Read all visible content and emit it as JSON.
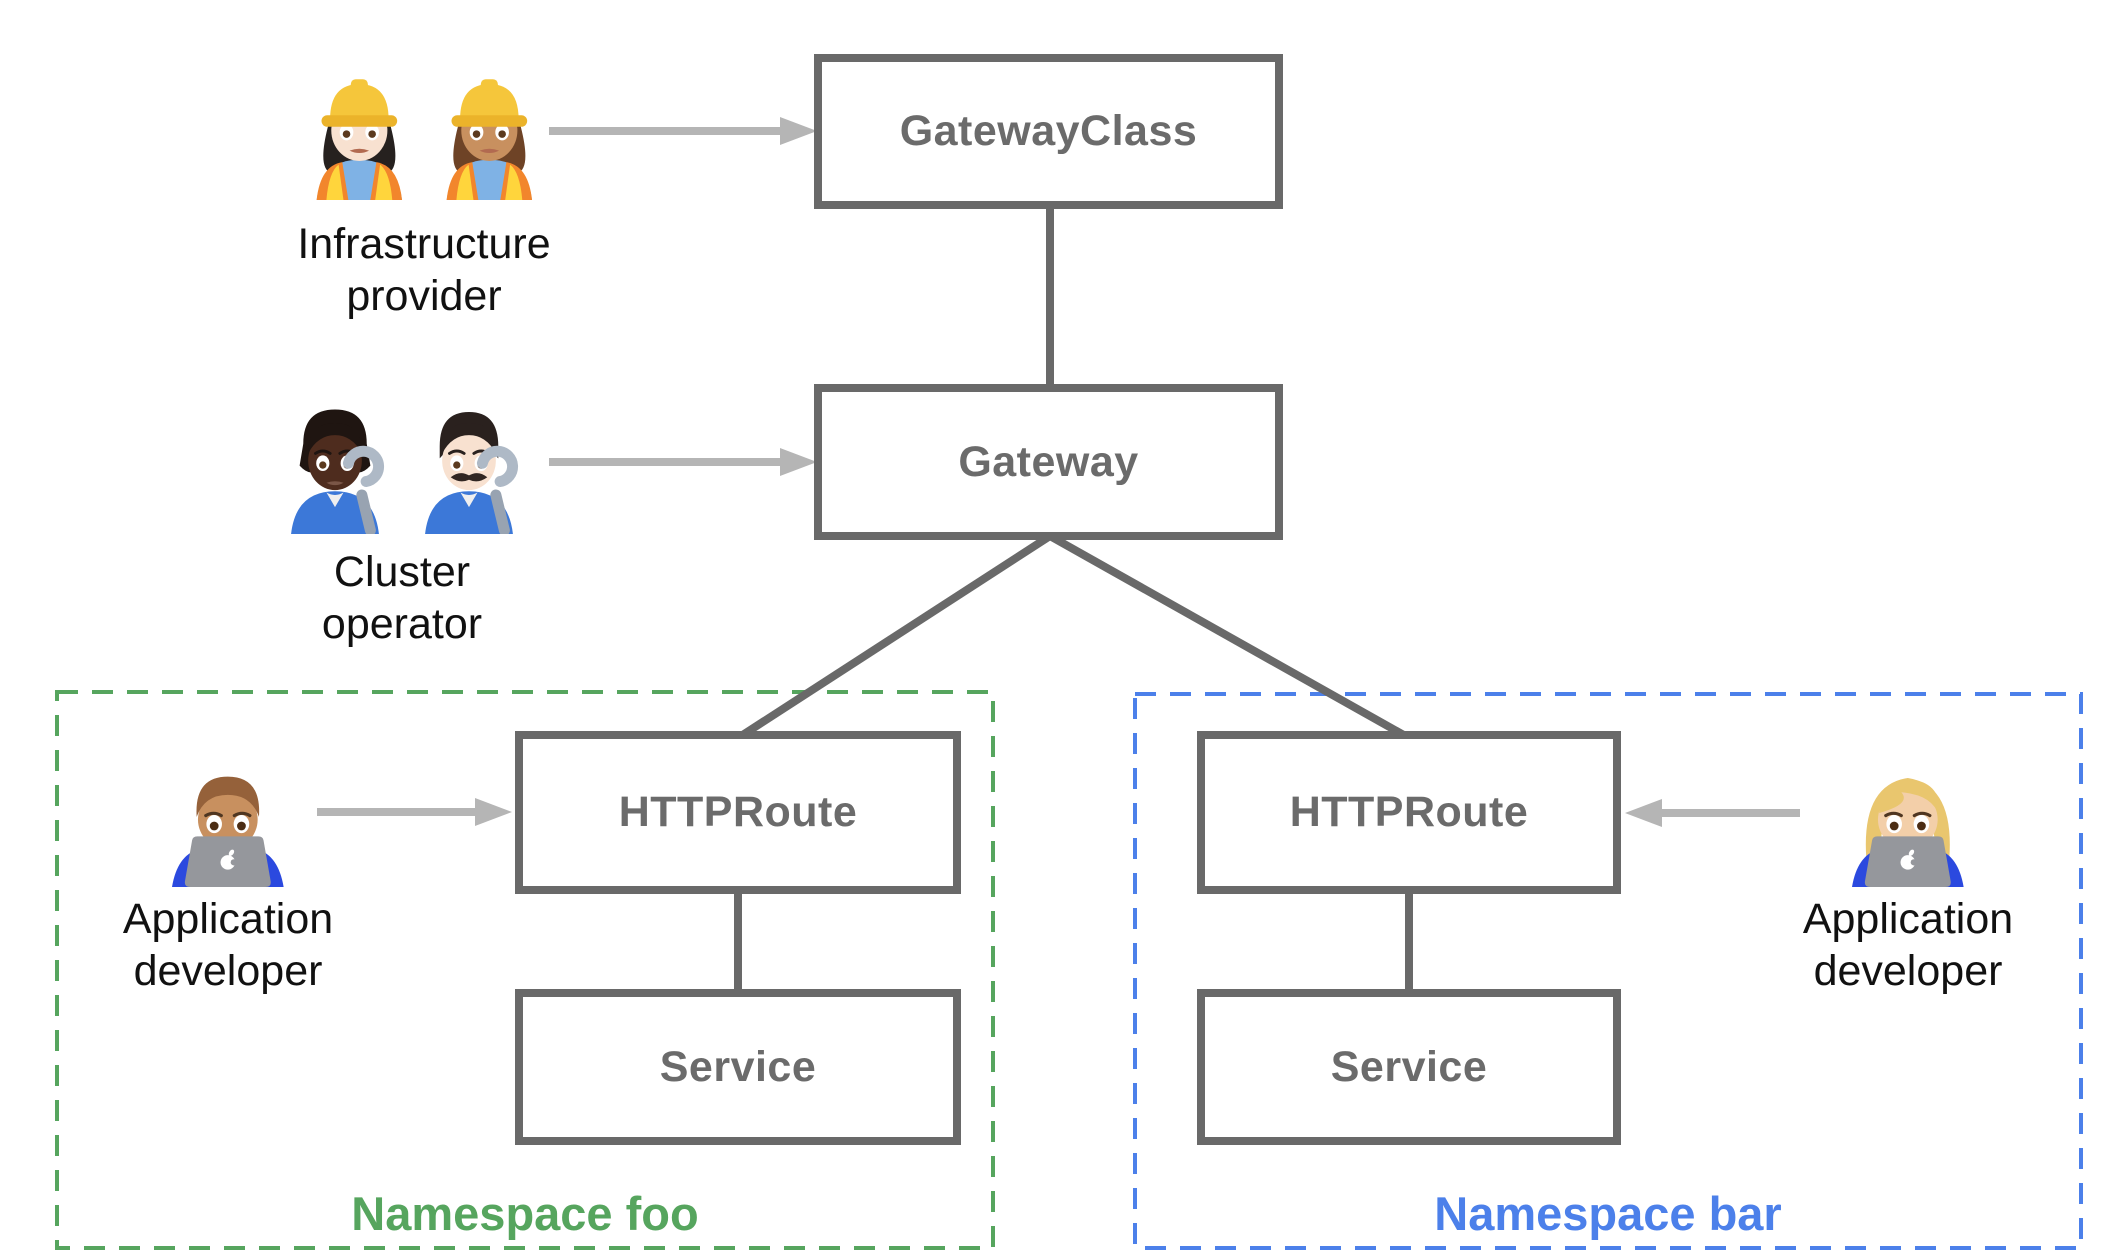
{
  "nodes": {
    "gatewayclass": {
      "label": "GatewayClass"
    },
    "gateway": {
      "label": "Gateway"
    },
    "httproute_foo": {
      "label": "HTTPRoute"
    },
    "service_foo": {
      "label": "Service"
    },
    "httproute_bar": {
      "label": "HTTPRoute"
    },
    "service_bar": {
      "label": "Service"
    }
  },
  "namespaces": {
    "foo": {
      "label": "Namespace foo",
      "color": "#56A55E"
    },
    "bar": {
      "label": "Namespace bar",
      "color": "#4C80EA"
    }
  },
  "personas": {
    "infrastructure_provider": {
      "label_line1": "Infrastructure",
      "label_line2": "provider",
      "icons": [
        "woman-construction-worker-light-icon",
        "woman-construction-worker-medium-icon"
      ]
    },
    "cluster_operator": {
      "label_line1": "Cluster",
      "label_line2": "operator",
      "icons": [
        "person-mechanic-dark-icon",
        "man-mechanic-light-icon"
      ]
    },
    "app_developer_foo": {
      "label_line1": "Application",
      "label_line2": "developer",
      "icons": [
        "man-technologist-icon"
      ]
    },
    "app_developer_bar": {
      "label_line1": "Application",
      "label_line2": "developer",
      "icons": [
        "woman-technologist-icon"
      ]
    }
  },
  "edges": [
    {
      "from": "infrastructure_provider",
      "to": "gatewayclass",
      "style": "arrow"
    },
    {
      "from": "cluster_operator",
      "to": "gateway",
      "style": "arrow"
    },
    {
      "from": "app_developer_foo",
      "to": "httproute_foo",
      "style": "arrow"
    },
    {
      "from": "app_developer_bar",
      "to": "httproute_bar",
      "style": "arrow"
    },
    {
      "from": "gatewayclass",
      "to": "gateway",
      "style": "line"
    },
    {
      "from": "gateway",
      "to": "httproute_foo",
      "style": "line"
    },
    {
      "from": "gateway",
      "to": "httproute_bar",
      "style": "line"
    },
    {
      "from": "httproute_foo",
      "to": "service_foo",
      "style": "line"
    },
    {
      "from": "httproute_bar",
      "to": "service_bar",
      "style": "line"
    }
  ],
  "colors": {
    "box_border": "#696969",
    "box_text": "#6B6B6B",
    "arrow": "#B5B5B5",
    "label_text": "#111111",
    "background": "#FFFFFF"
  }
}
